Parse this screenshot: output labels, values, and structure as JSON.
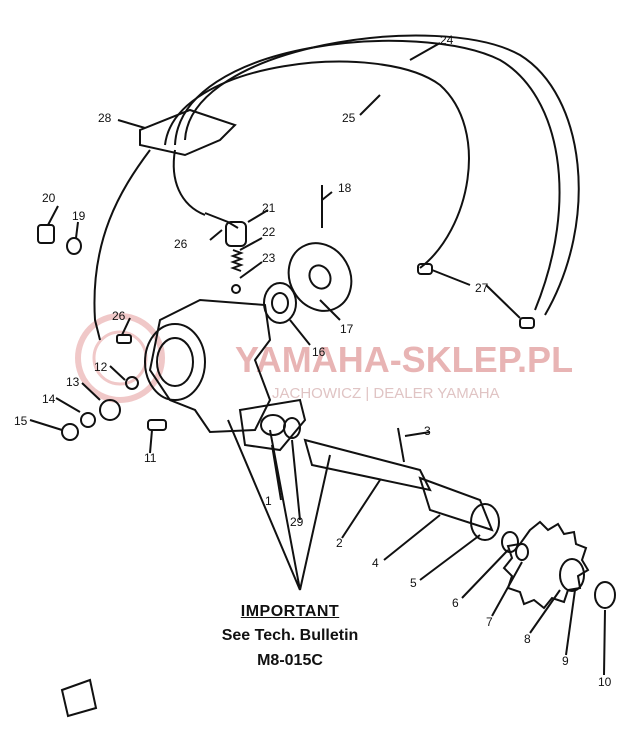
{
  "watermark": {
    "brand": "YAMAHA-SKLEP.PL",
    "dealer": "JACHOWICZ | DEALER YAMAHA"
  },
  "callouts": [
    "1",
    "2",
    "3",
    "4",
    "5",
    "6",
    "7",
    "8",
    "9",
    "10",
    "11",
    "12",
    "13",
    "14",
    "15",
    "16",
    "17",
    "18",
    "19",
    "20",
    "21",
    "22",
    "23",
    "24",
    "25",
    "26",
    "26",
    "27",
    "28",
    "29"
  ],
  "note": {
    "title": "IMPORTANT",
    "line1": "See Tech. Bulletin",
    "line2": "M8-015C"
  },
  "colors": {
    "ink": "#111111",
    "watermark": "#e8b4b4"
  }
}
